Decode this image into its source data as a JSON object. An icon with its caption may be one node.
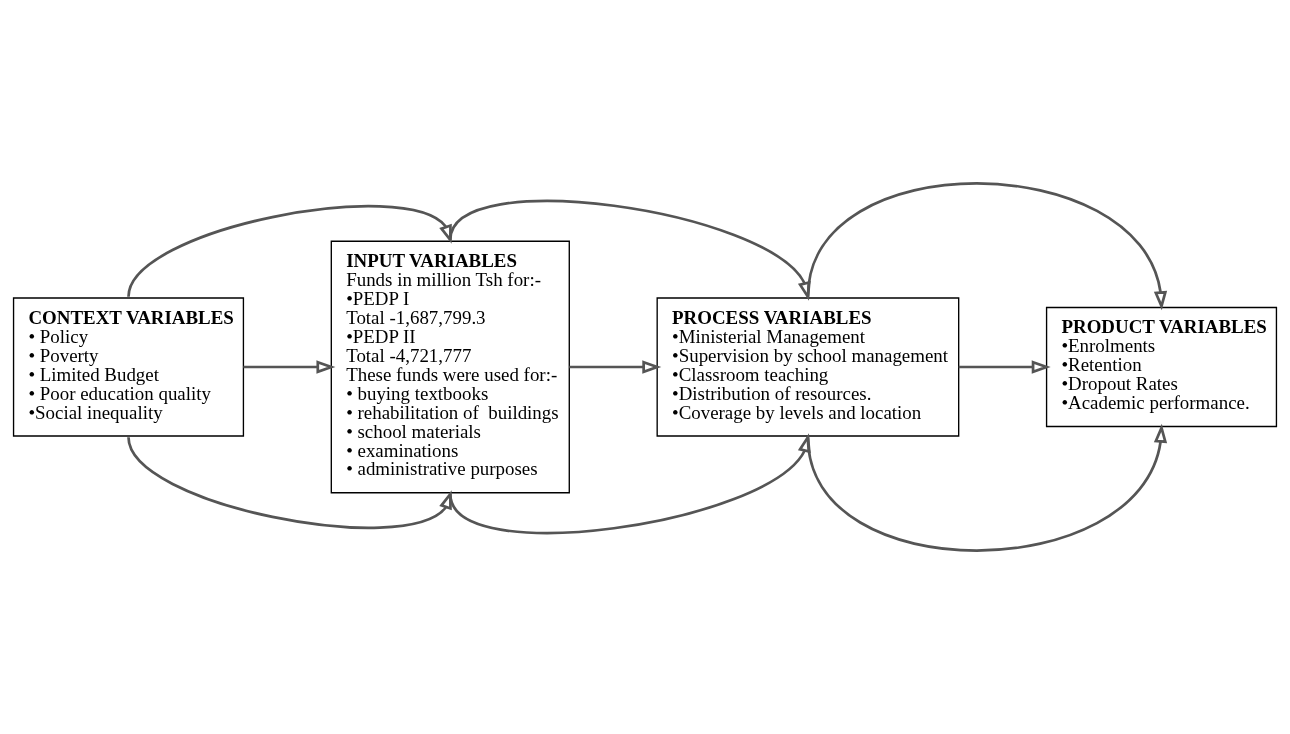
{
  "diagram": {
    "nodes": [
      {
        "text": [
          "CONTEXT VARIABLES",
          "• Policy",
          "• Poverty",
          "• Limited Budget",
          "• Poor education quality",
          "•Social inequality"
        ]
      },
      {
        "text": [
          "INPUT VARIABLES",
          "Funds in million Tsh for:-",
          "•PEDP I",
          "Total -1,687,799.3",
          "•PEDP II",
          "Total -4,721,777",
          "These funds were used for:-",
          "• buying textbooks",
          "• rehabilitation of  buildings",
          "• school materials",
          "• examinations",
          "• administrative purposes"
        ]
      },
      {
        "text": [
          "PROCESS VARIABLES",
          "•Ministerial Management",
          "•Supervision by school management",
          "•Classroom teaching",
          "•Distribution of resources.",
          "•Coverage by levels and location"
        ]
      },
      {
        "text": [
          "PRODUCT VARIABLES",
          "•Enrolments",
          "•Retention",
          "•Dropout Rates",
          "•Academic performance."
        ]
      }
    ],
    "edges": [
      {
        "from": 0,
        "to": 1,
        "arrow": "to"
      },
      {
        "from": 1,
        "to": 2,
        "arrow": "to"
      },
      {
        "from": 2,
        "to": 3,
        "arrow": "to"
      },
      {
        "from": 0,
        "to": 1,
        "arrow": "to"
      },
      {
        "from": 1,
        "to": 2,
        "arrow": "to"
      },
      {
        "from": 2,
        "to": 3,
        "arrow": "to"
      },
      {
        "from": 0,
        "to": 1,
        "arrow": "to"
      },
      {
        "from": 1,
        "to": 2,
        "arrow": "to"
      },
      {
        "from": 2,
        "to": 3,
        "arrow": "to"
      }
    ]
  }
}
